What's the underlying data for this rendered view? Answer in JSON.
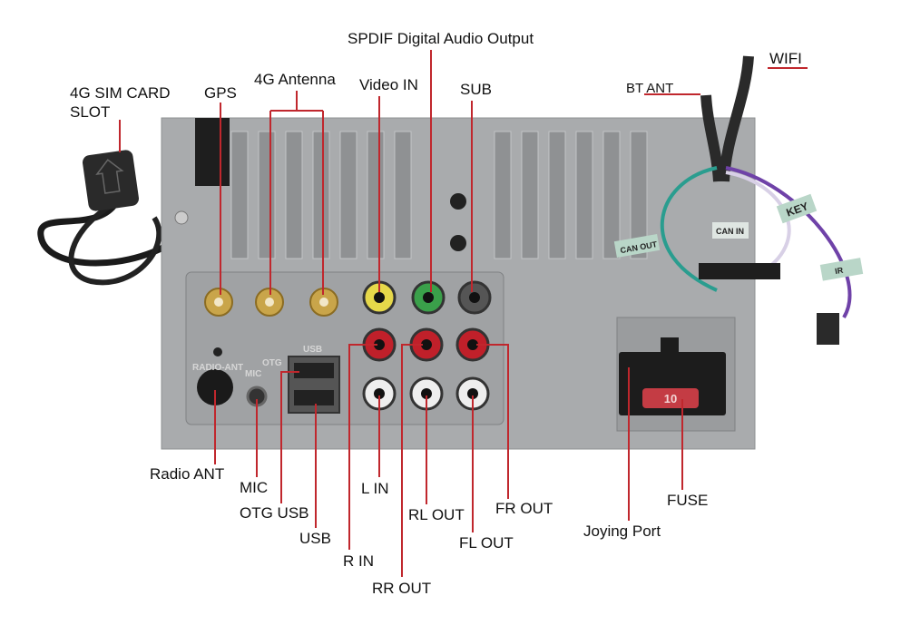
{
  "labels": {
    "spdif": "SPDIF Digital Audio Output",
    "wifi": "WIFI",
    "sim_line1": "4G SIM CARD",
    "sim_line2": "SLOT",
    "gps": "GPS",
    "antenna_4g": "4G Antenna",
    "video_in": "Video IN",
    "sub": "SUB",
    "bt_ant": "BT ANT",
    "radio_ant": "Radio ANT",
    "mic": "MIC",
    "otg_usb": "OTG USB",
    "usb": "USB",
    "l_in": "L IN",
    "r_in": "R IN",
    "rr_out": "RR OUT",
    "rl_out": "RL OUT",
    "fl_out": "FL OUT",
    "fr_out": "FR OUT",
    "joying_port": "Joying Port",
    "fuse": "FUSE"
  },
  "panel_markings": {
    "can_out": "CAN OUT",
    "can_in": "CAN IN",
    "key": "KEY",
    "ir": "IR",
    "fuse_rating": "10",
    "usb": "USB",
    "otg": "OTG",
    "mic": "MIC",
    "radio_ant": "RADIO-ANT"
  },
  "colors": {
    "leader": "#c0272d",
    "panel": "#a9abad"
  }
}
